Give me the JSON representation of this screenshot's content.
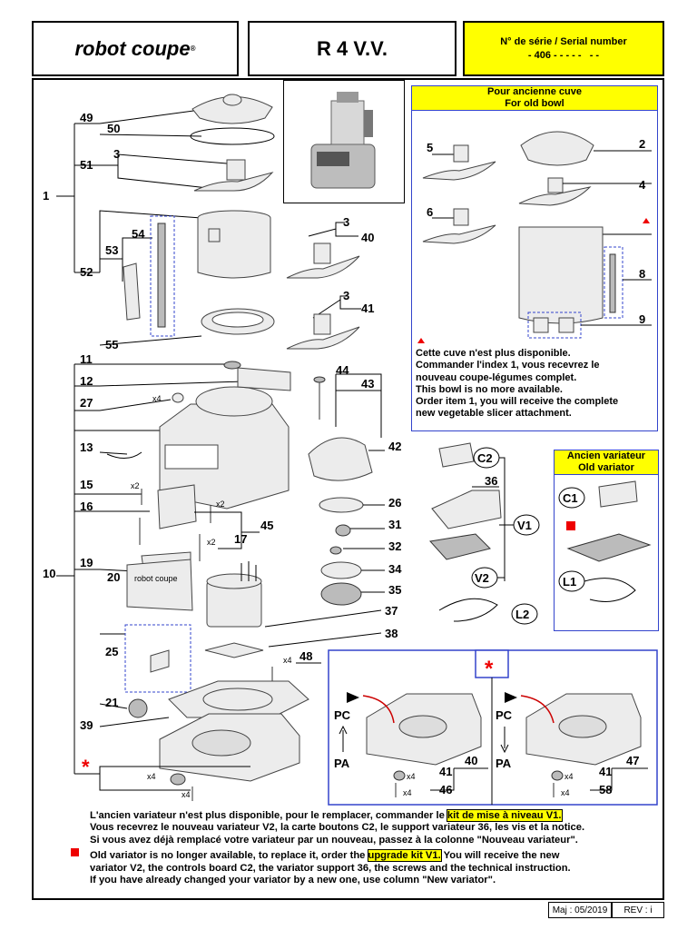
{
  "header": {
    "brand": "robot coupe",
    "model": "R 4 V.V.",
    "serial_label": "N° de série / Serial number",
    "serial_value": "- 406 - - - - -   - -"
  },
  "old_bowl": {
    "title_fr": "Pour ancienne cuve",
    "title_en": "For old bowl",
    "note": [
      "Cette cuve n'est plus disponible.",
      "Commander l'index 1, vous recevrez le",
      "nouveau coupe-légumes complet.",
      "This bowl is no more available.",
      "Order item 1, you will receive the complete",
      "new vegetable slicer attachment."
    ]
  },
  "old_variator": {
    "title_fr": "Ancien variateur",
    "title_en": "Old variator"
  },
  "labels": {
    "n1": "1",
    "n2": "2",
    "n3": "3",
    "n4": "4",
    "n5": "5",
    "n6": "6",
    "n8": "8",
    "n9": "9",
    "n10": "10",
    "n11": "11",
    "n12": "12",
    "n13": "13",
    "n15": "15",
    "n16": "16",
    "n17": "17",
    "n19": "19",
    "n20": "20",
    "n21": "21",
    "n25": "25",
    "n26": "26",
    "n27": "27",
    "n31": "31",
    "n32": "32",
    "n34": "34",
    "n35": "35",
    "n36": "36",
    "n37": "37",
    "n38": "38",
    "n39": "39",
    "n40": "40",
    "n41": "41",
    "n42": "42",
    "n43": "43",
    "n44": "44",
    "n45": "45",
    "n46": "46",
    "n47": "47",
    "n48": "48",
    "n49": "49",
    "n50": "50",
    "n51": "51",
    "n52": "52",
    "n53": "53",
    "n54": "54",
    "n55": "55",
    "n58": "58",
    "c1": "C1",
    "c2": "C2",
    "v1": "V1",
    "v2": "V2",
    "l1": "L1",
    "l2": "L2",
    "pc": "PC",
    "pa": "PA",
    "x2": "x2",
    "x4": "x4"
  },
  "bottom_note": {
    "fr_line1_a": "L'ancien variateur n'est plus disponible, pour le remplacer, commander le ",
    "fr_kit": "kit de mise à niveau V1.",
    "fr_line2": "Vous recevrez le nouveau variateur V2, la carte boutons C2, le support variateur 36, les vis et la notice.",
    "fr_line3": "Si vous avez déjà remplacé votre variateur par un nouveau, passez à la colonne \"Nouveau variateur\".",
    "en_line1_a": "Old variator is no longer available, to replace it, order the ",
    "en_kit": "upgrade kit V1.",
    "en_line1_b": " You will receive the new",
    "en_line2": "variator V2, the controls board C2, the variator support 36, the screws and the technical instruction.",
    "en_line3": "If you have already changed your variator by a new one, use column \"New variator\"."
  },
  "footer": {
    "date": "Maj : 05/2019",
    "rev": "REV : i"
  },
  "colors": {
    "highlight": "#ffff00",
    "marker_red": "#ee0000",
    "box_blue": "#3344cc"
  }
}
